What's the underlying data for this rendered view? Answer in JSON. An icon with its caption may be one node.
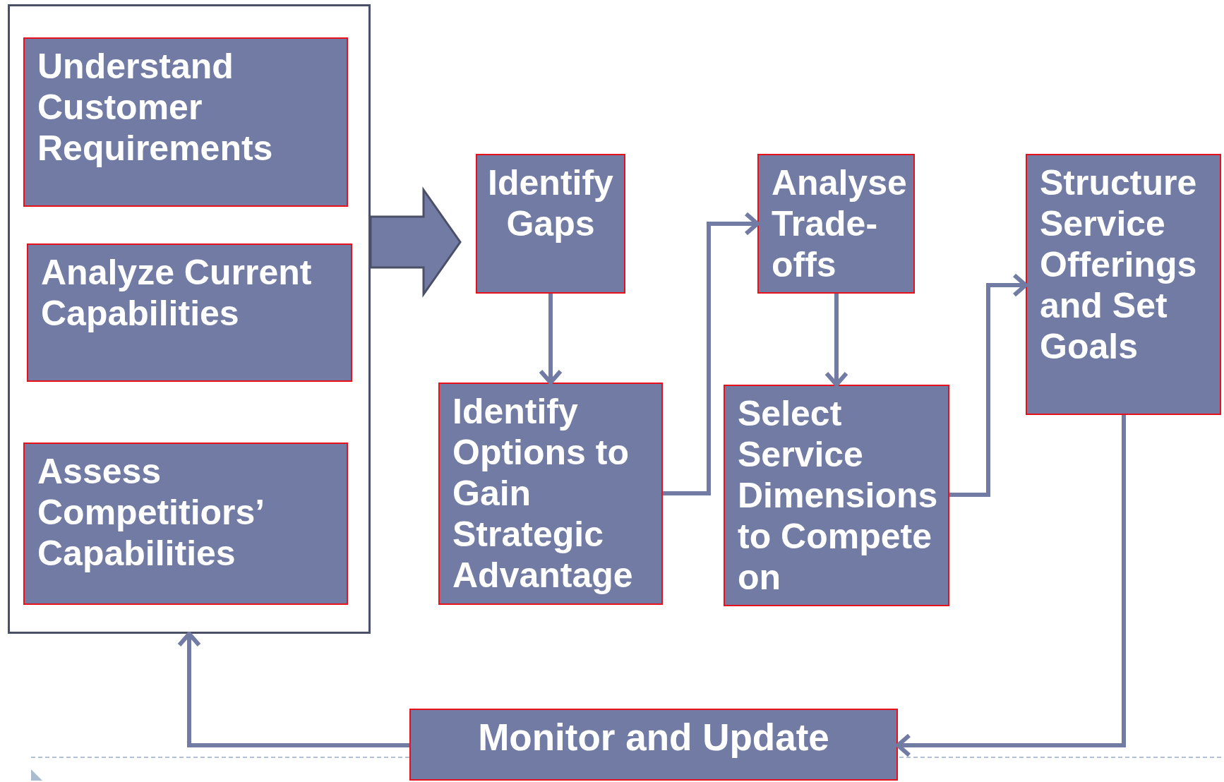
{
  "diagram": {
    "nodes": [
      {
        "text": [],
        "shape": "box"
      },
      {
        "text": [
          "Understand Customer Requirements"
        ],
        "in": 0
      },
      {
        "text": [
          "Analyze Current Capabilities"
        ],
        "in": 0
      },
      {
        "text": [
          "Assess Competitiors’ Capabilities"
        ],
        "in": 0
      },
      {
        "text": [
          "Identify Gaps"
        ]
      },
      {
        "text": [
          "Identify Options to Gain Strategic Advantage"
        ]
      },
      {
        "text": [
          "Analyse Trade-offs"
        ]
      },
      {
        "text": [
          "Select Service Dimensions to Compete on"
        ]
      },
      {
        "text": [
          "Structure Service Offerings and Set Goals"
        ]
      },
      {
        "text": [
          "Monitor and Update"
        ]
      }
    ],
    "edges": [
      {
        "from": 0,
        "to": 4,
        "arrow": "to",
        "style": "thick"
      },
      {
        "from": 4,
        "to": 5,
        "arrow": "to"
      },
      {
        "from": 5,
        "to": 6,
        "arrow": "to"
      },
      {
        "from": 6,
        "to": 7,
        "arrow": "to"
      },
      {
        "from": 7,
        "to": 8,
        "arrow": "to"
      },
      {
        "from": 8,
        "to": 9,
        "arrow": "to"
      },
      {
        "from": 9,
        "to": 0,
        "arrow": "to"
      }
    ]
  }
}
